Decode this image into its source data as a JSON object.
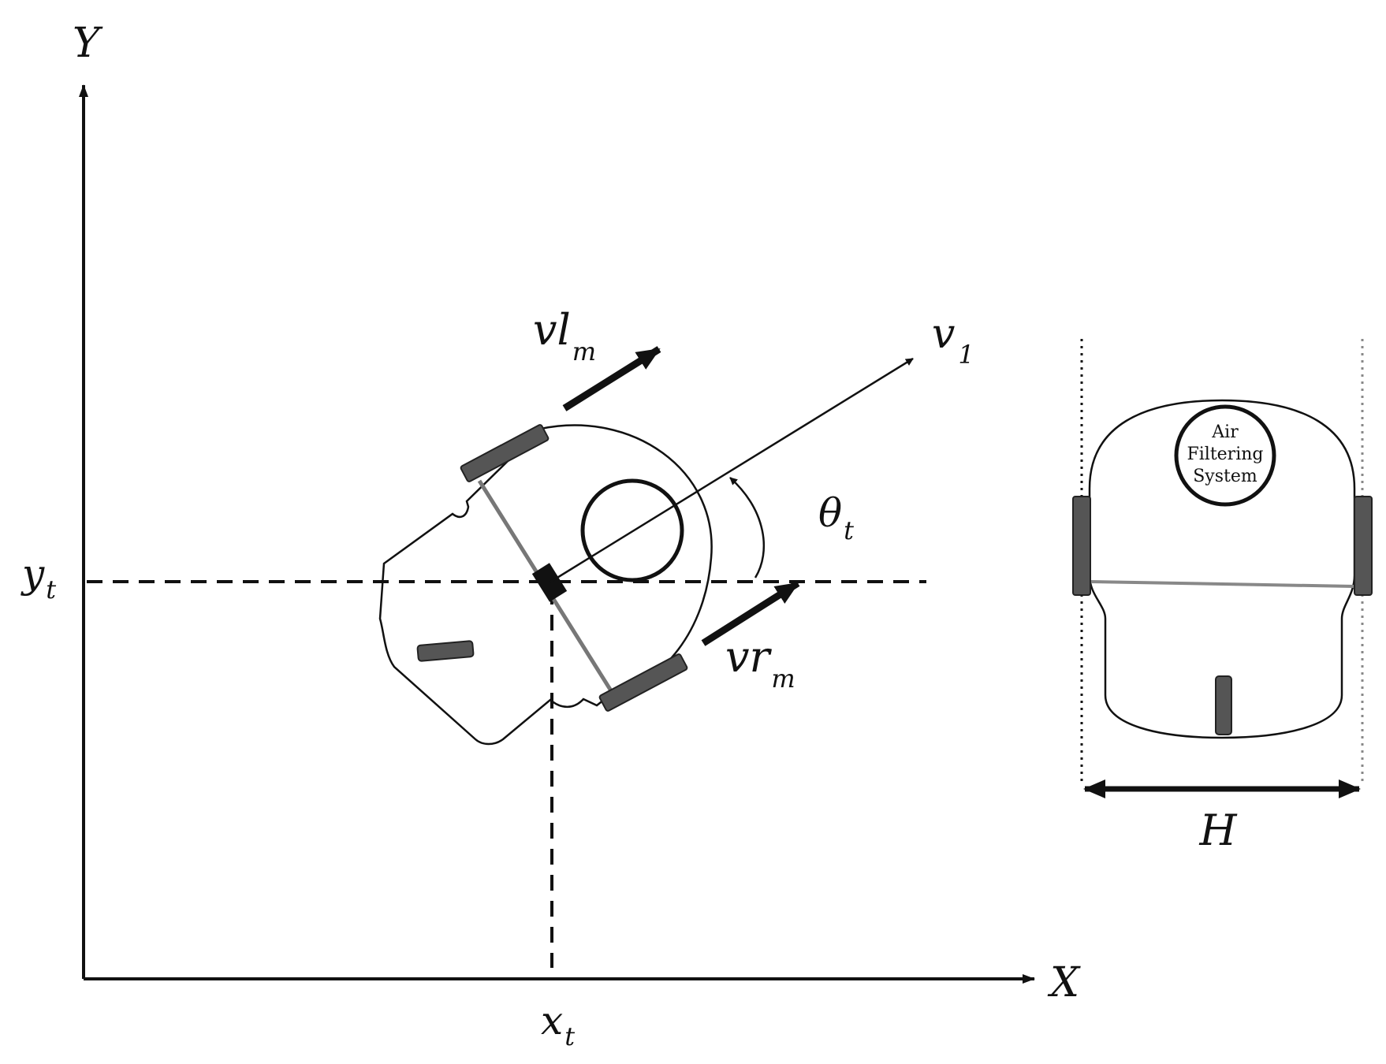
{
  "axes": {
    "x_label": "X",
    "y_label": "Y",
    "xt_main": "x",
    "xt_sub": "t",
    "yt_main": "y",
    "yt_sub": "t"
  },
  "vectors": {
    "v1_main": "v",
    "v1_sub": "1",
    "vl_main": "vl",
    "vl_sub": "m",
    "vr_main": "vr",
    "vr_sub": "m",
    "theta_main": "θ",
    "theta_sub": "t"
  },
  "robot_topview": {
    "filter_line1": "Air",
    "filter_line2": "Filtering",
    "filter_line3": "System",
    "width_label": "H"
  },
  "colors": {
    "line": "#111111",
    "wheel": "#555555",
    "axle": "#777777"
  }
}
